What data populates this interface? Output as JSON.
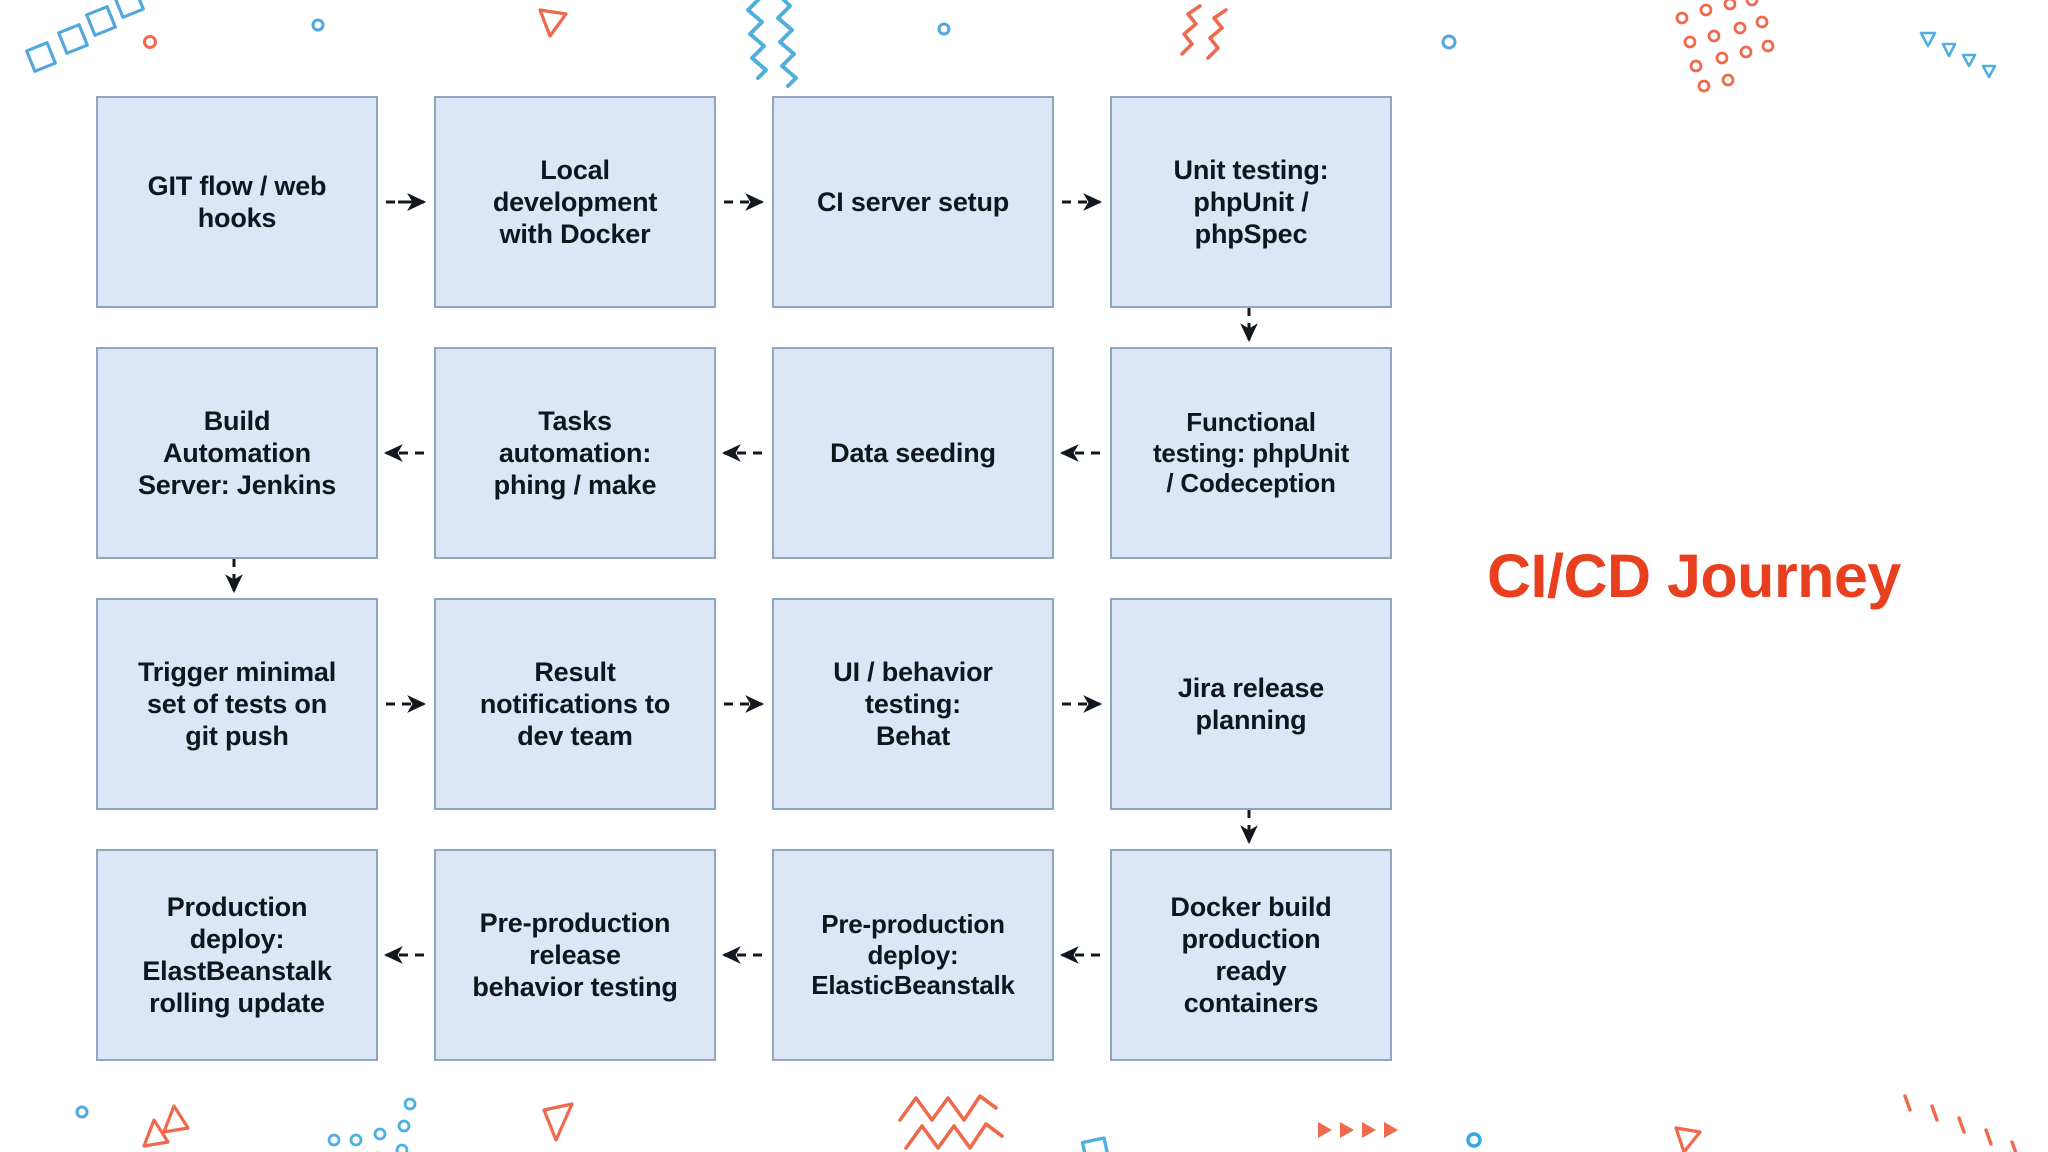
{
  "slide": {
    "title": "CI/CD Journey",
    "title_color": "#e8401f",
    "background_color": "#ffffff"
  },
  "diagram": {
    "type": "flowchart",
    "node_fill": "#dbe6f7",
    "node_border": "#92a5bf",
    "node_text_color": "#10161d",
    "columns": 4,
    "rows": 4,
    "flow_direction": "boustrophedon-snake",
    "nodes": [
      {
        "id": "n1",
        "row": 1,
        "col": 1,
        "lines": [
          "GIT flow / web",
          "hooks"
        ]
      },
      {
        "id": "n2",
        "row": 1,
        "col": 2,
        "lines": [
          "Local",
          "development",
          "with Docker"
        ]
      },
      {
        "id": "n3",
        "row": 1,
        "col": 3,
        "lines": [
          "CI server setup"
        ]
      },
      {
        "id": "n4",
        "row": 1,
        "col": 4,
        "lines": [
          "Unit testing:",
          "phpUnit /",
          "phpSpec"
        ]
      },
      {
        "id": "n5",
        "row": 2,
        "col": 1,
        "lines": [
          "Build",
          "Automation",
          "Server: Jenkins"
        ]
      },
      {
        "id": "n6",
        "row": 2,
        "col": 2,
        "lines": [
          "Tasks",
          "automation:",
          "phing / make"
        ]
      },
      {
        "id": "n7",
        "row": 2,
        "col": 3,
        "lines": [
          "Data seeding"
        ]
      },
      {
        "id": "n8",
        "row": 2,
        "col": 4,
        "lines": [
          "Functional",
          "testing: phpUnit",
          "/ Codeception"
        ]
      },
      {
        "id": "n9",
        "row": 3,
        "col": 1,
        "lines": [
          "Trigger minimal",
          "set of tests on",
          "git push"
        ]
      },
      {
        "id": "n10",
        "row": 3,
        "col": 2,
        "lines": [
          "Result",
          "notifications to",
          "dev team"
        ]
      },
      {
        "id": "n11",
        "row": 3,
        "col": 3,
        "lines": [
          "UI / behavior",
          "testing:",
          "Behat"
        ]
      },
      {
        "id": "n12",
        "row": 3,
        "col": 4,
        "lines": [
          "Jira release",
          "planning"
        ]
      },
      {
        "id": "n13",
        "row": 4,
        "col": 1,
        "lines": [
          "Production",
          "deploy:",
          "ElastBeanstalk",
          "rolling update"
        ]
      },
      {
        "id": "n14",
        "row": 4,
        "col": 2,
        "lines": [
          "Pre-production",
          "release",
          "behavior testing"
        ]
      },
      {
        "id": "n15",
        "row": 4,
        "col": 3,
        "lines": [
          "Pre-production",
          "deploy:",
          "ElasticBeanstalk"
        ]
      },
      {
        "id": "n16",
        "row": 4,
        "col": 4,
        "lines": [
          "Docker build",
          "production",
          "ready",
          "containers"
        ]
      }
    ],
    "edges": [
      {
        "from": "n1",
        "to": "n2",
        "style": "solid-arrow",
        "direction": "right"
      },
      {
        "from": "n2",
        "to": "n3",
        "style": "dashed-arrow",
        "direction": "right"
      },
      {
        "from": "n3",
        "to": "n4",
        "style": "dashed-arrow",
        "direction": "right"
      },
      {
        "from": "n4",
        "to": "n8",
        "style": "dashed-arrow",
        "direction": "down"
      },
      {
        "from": "n8",
        "to": "n7",
        "style": "dashed-arrow",
        "direction": "left"
      },
      {
        "from": "n7",
        "to": "n6",
        "style": "dashed-arrow",
        "direction": "left"
      },
      {
        "from": "n6",
        "to": "n5",
        "style": "dashed-arrow",
        "direction": "left"
      },
      {
        "from": "n5",
        "to": "n9",
        "style": "dashed-arrow",
        "direction": "down"
      },
      {
        "from": "n9",
        "to": "n10",
        "style": "dashed-arrow",
        "direction": "right"
      },
      {
        "from": "n10",
        "to": "n11",
        "style": "dashed-arrow",
        "direction": "right"
      },
      {
        "from": "n11",
        "to": "n12",
        "style": "dashed-arrow",
        "direction": "right"
      },
      {
        "from": "n12",
        "to": "n16",
        "style": "dashed-arrow",
        "direction": "down"
      },
      {
        "from": "n16",
        "to": "n15",
        "style": "dashed-arrow",
        "direction": "left"
      },
      {
        "from": "n15",
        "to": "n14",
        "style": "dashed-arrow",
        "direction": "left"
      },
      {
        "from": "n14",
        "to": "n13",
        "style": "dashed-arrow",
        "direction": "left"
      }
    ]
  },
  "decoration": {
    "accent_coral": "#ef6a4d",
    "accent_blue": "#45b0e3",
    "shapes": [
      "square-outline",
      "triangle-outline",
      "zigzag-line",
      "small-circle",
      "dot-cluster",
      "tick-marks"
    ]
  }
}
